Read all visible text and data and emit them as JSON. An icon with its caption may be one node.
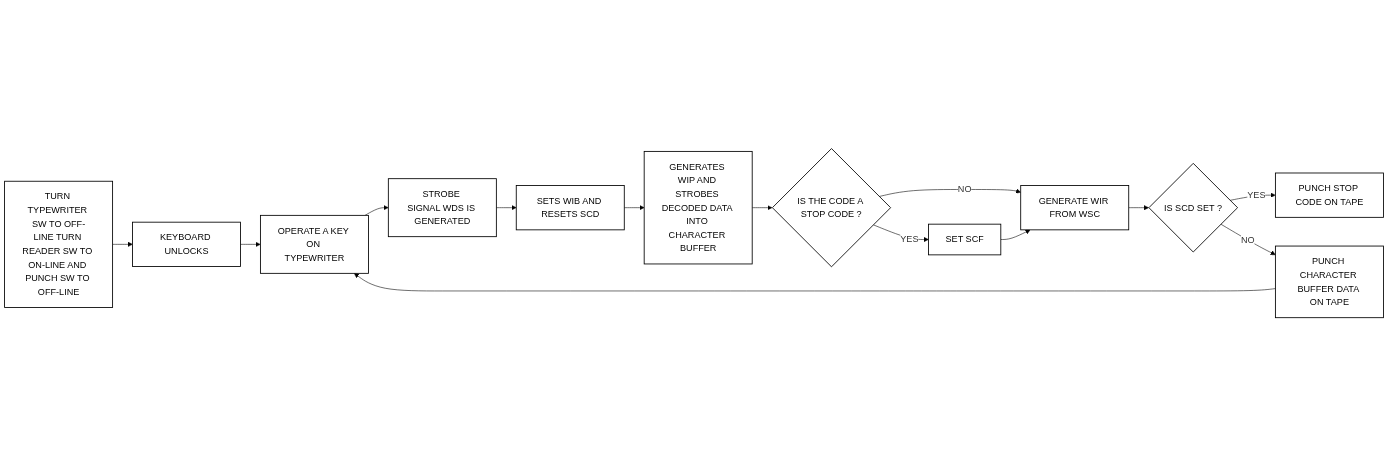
{
  "diagram": {
    "nodes": [
      {
        "text": [
          "TURN TYPEWRITER SW TO OFF-LINE TURN READER SW TO ON-LINE AND PUNCH SW TO OFF-LINE"
        ]
      },
      {
        "text": [
          "KEYBOARD UNLOCKS"
        ]
      },
      {
        "text": [
          "OPERATE A KEY ON TYPEWRITER"
        ]
      },
      {
        "text": [
          "STROBE SIGNAL WDS IS GENERATED"
        ]
      },
      {
        "text": [
          "SETS WIB AND RESETS SCD"
        ]
      },
      {
        "text": [
          "GENERATES WIP AND STROBES DECODED DATA INTO CHARACTER BUFFER"
        ]
      },
      {
        "text": [
          "PUNCH CHARACTER BUFFER DATA ON TAPE"
        ]
      },
      {
        "text": [
          "IS THE CODE A STOP CODE ?"
        ]
      },
      {
        "text": [
          "SET SCF"
        ]
      },
      {
        "text": [
          "GENERATE WIR FROM WSC"
        ]
      },
      {
        "text": [
          "IS SCD SET ?"
        ]
      },
      {
        "text": [
          "PUNCH STOP CODE ON TAPE"
        ]
      }
    ],
    "edges": [
      {
        "from": 0,
        "to": 1,
        "arrow": "to"
      },
      {
        "from": 1,
        "to": 2,
        "arrow": "to"
      },
      {
        "from": 2,
        "to": 3,
        "arrow": "to"
      },
      {
        "from": 3,
        "to": 4,
        "arrow": "to"
      },
      {
        "from": 4,
        "to": 5,
        "arrow": "to"
      },
      {
        "from": 5,
        "to": 7,
        "arrow": "to"
      },
      {
        "from": 7,
        "to": 8,
        "label": "YES",
        "arrow": "to"
      },
      {
        "from": 7,
        "to": 9,
        "label": "NO",
        "arrow": "to"
      },
      {
        "from": 8,
        "to": 9,
        "arrow": "to"
      },
      {
        "from": 9,
        "to": 10,
        "arrow": "to"
      },
      {
        "from": 10,
        "to": 11,
        "label": "YES",
        "arrow": "to"
      },
      {
        "from": 10,
        "to": 6,
        "label": "NO",
        "arrow": "to"
      },
      {
        "from": 6,
        "to": 2,
        "arrow": "to"
      }
    ]
  }
}
